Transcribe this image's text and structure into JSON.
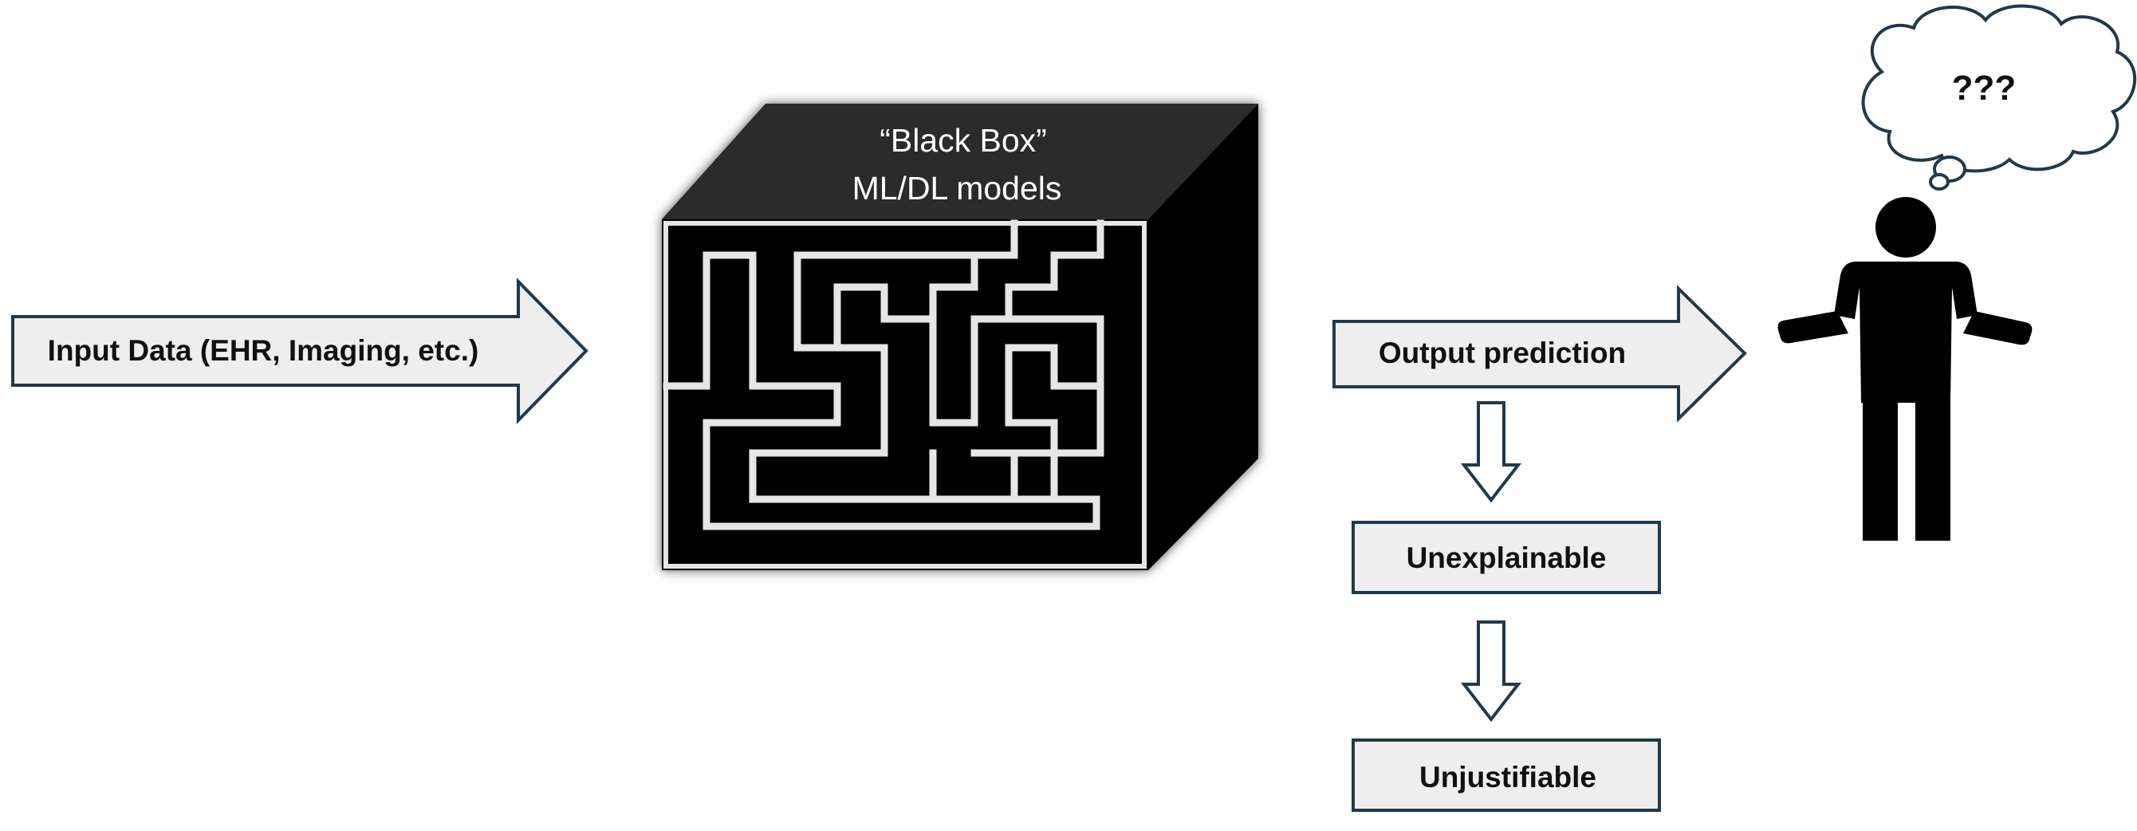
{
  "input": {
    "label": "Input Data (EHR, Imaging, etc.)"
  },
  "box": {
    "title_line1": "“Black Box”",
    "title_line2": "ML/DL models"
  },
  "output": {
    "label": "Output prediction"
  },
  "steps": [
    {
      "label": "Unexplainable"
    },
    {
      "label": "Unjustifiable"
    }
  ],
  "person": {
    "thought": "???"
  },
  "colors": {
    "arrow_fill": "#eeeeee",
    "arrow_stroke": "#1f3a4a",
    "box_face": "#000000",
    "box_top": "#2b2b2b",
    "maze_wall": "#e6e6e6",
    "person": "#000000"
  }
}
